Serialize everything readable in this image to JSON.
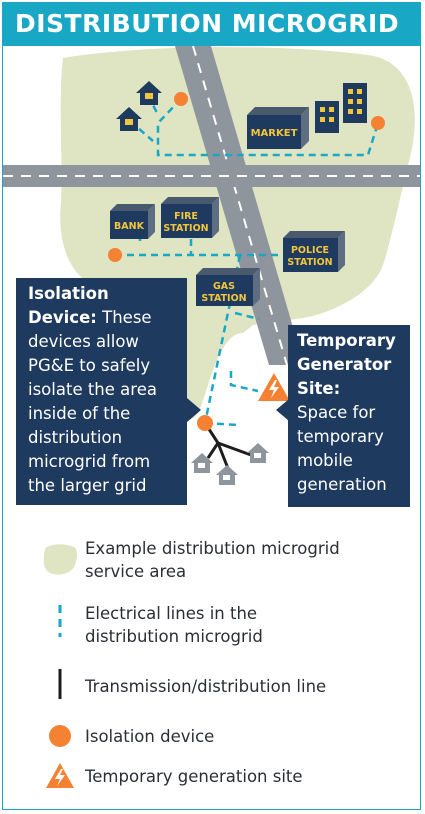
{
  "title": "DISTRIBUTION MICROGRID",
  "buildings": {
    "market": "MARKET",
    "bank": "BANK",
    "fire_line1": "FIRE",
    "fire_line2": "STATION",
    "police_line1": "POLICE",
    "police_line2": "STATION",
    "gas_line1": "GAS",
    "gas_line2": "STATION"
  },
  "callouts": {
    "isolation": {
      "heading_line1": "Isolation",
      "heading_line2": "Device:",
      "lines": [
        "These",
        "devices allow",
        "PG&E to safely",
        "isolate the area",
        "inside of the",
        "distribution",
        "microgrid from",
        "the larger grid"
      ]
    },
    "generator": {
      "heading_lines": [
        "Temporary",
        "Generator",
        "Site:"
      ],
      "lines": [
        "Space for",
        "temporary",
        "mobile",
        "generation"
      ]
    }
  },
  "legend": {
    "service_area": [
      "Example distribution microgrid",
      "service area"
    ],
    "electrical_lines": [
      "Electrical lines in the",
      "distribution microgrid"
    ],
    "transmission": "Transmission/distribution line",
    "isolation_device": "Isolation device",
    "generation_site": "Temporary generation site"
  },
  "colors": {
    "accent": "#19a7c6",
    "navy": "#1f3a5f",
    "service_area": "#dfe4c3",
    "orange": "#f48232",
    "road": "#8f959c",
    "building_label": "#f2c53d"
  }
}
